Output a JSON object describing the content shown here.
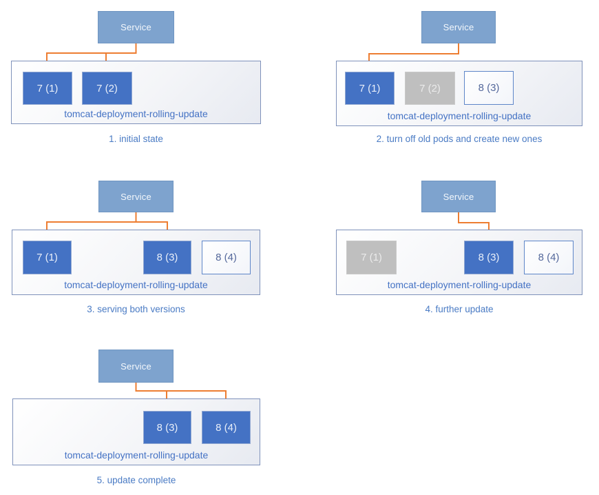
{
  "diagram": {
    "title": "tomcat deployment rolling update stages",
    "colors": {
      "pod_active_fill": "#4472c4",
      "pod_inactive_fill": "#bfbfbf",
      "pod_pending_border": "#5d85c8",
      "service_fill": "#7ea3ce",
      "connector_orange": "#ed7d31",
      "label_blue": "#4472c4"
    },
    "panels": [
      {
        "service_label": "Service",
        "deployment_label": "tomcat-deployment-rolling-update",
        "caption": "1. initial state",
        "pods": [
          {
            "label": "7 (1)",
            "state": "active"
          },
          {
            "label": "7 (2)",
            "state": "active"
          }
        ]
      },
      {
        "service_label": "Service",
        "deployment_label": "tomcat-deployment-rolling-update",
        "caption": "2. turn off old pods and create new ones",
        "pods": [
          {
            "label": "7 (1)",
            "state": "active"
          },
          {
            "label": "7 (2)",
            "state": "inactive"
          },
          {
            "label": "8 (3)",
            "state": "pending"
          }
        ]
      },
      {
        "service_label": "Service",
        "deployment_label": "tomcat-deployment-rolling-update",
        "caption": "3. serving both versions",
        "pods": [
          {
            "label": "7 (1)",
            "state": "active"
          },
          {
            "label": "8 (3)",
            "state": "active"
          },
          {
            "label": "8 (4)",
            "state": "pending"
          }
        ]
      },
      {
        "service_label": "Service",
        "deployment_label": "tomcat-deployment-rolling-update",
        "caption": "4. further update",
        "pods": [
          {
            "label": "7 (1)",
            "state": "inactive"
          },
          {
            "label": "8 (3)",
            "state": "active"
          },
          {
            "label": "8 (4)",
            "state": "pending"
          }
        ]
      },
      {
        "service_label": "Service",
        "deployment_label": "tomcat-deployment-rolling-update",
        "caption": "5. update complete",
        "pods": [
          {
            "label": "8 (3)",
            "state": "active"
          },
          {
            "label": "8 (4)",
            "state": "active"
          }
        ]
      }
    ]
  }
}
